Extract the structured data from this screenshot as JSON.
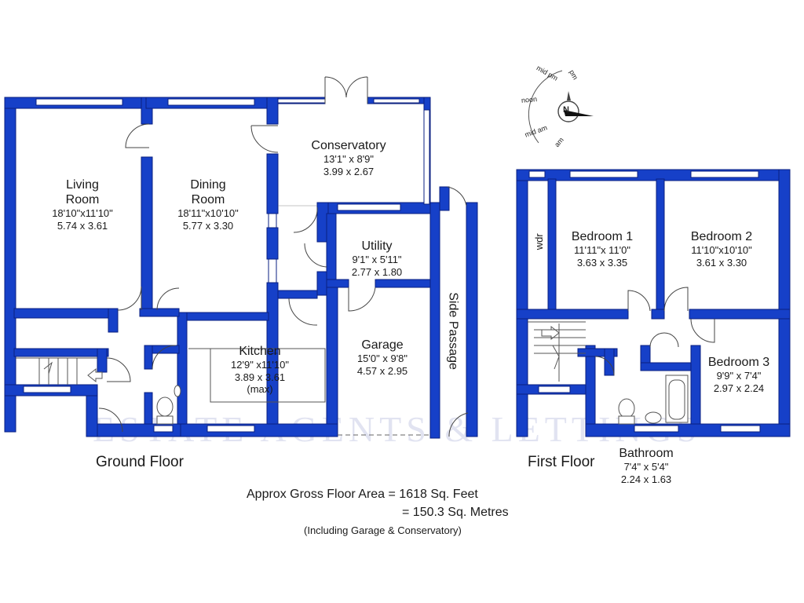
{
  "colors": {
    "wall": "#1640c8",
    "wall_outline": "#0a1f80",
    "window": "#ffffff",
    "watermark": "#c9cde6"
  },
  "watermark": {
    "text": "ESTATE AGENTS & LETTINGS"
  },
  "compass": {
    "labels": [
      "mid pm",
      "pm",
      "noon",
      "mid am",
      "am"
    ],
    "north": "N"
  },
  "ground_floor": {
    "title": "Ground Floor",
    "rooms": {
      "living": {
        "name_1": "Living",
        "name_2": "Room",
        "imperial": "18'10\"x11'10\"",
        "metric": "5.74  x  3.61"
      },
      "dining": {
        "name_1": "Dining",
        "name_2": "Room",
        "imperial": "18'11\"x10'10\"",
        "metric": "5.77  x  3.30"
      },
      "conservatory": {
        "name": "Conservatory",
        "imperial": "13'1\"  x  8'9\"",
        "metric": "3.99  x  2.67"
      },
      "utility": {
        "name": "Utility",
        "imperial": "9'1\"  x 5'11\"",
        "metric": "2.77  x  1.80"
      },
      "kitchen": {
        "name": "Kitchen",
        "imperial": "12'9\" x11'10\"",
        "metric": "3.89  x  3.61",
        "note": "(max)"
      },
      "garage": {
        "name": "Garage",
        "imperial": "15'0\"  x  9'8\"",
        "metric": "4.57  x  2.95"
      },
      "side_passage": {
        "name": "Side Passage"
      }
    }
  },
  "first_floor": {
    "title": "First Floor",
    "rooms": {
      "bedroom1": {
        "name": "Bedroom 1",
        "imperial": "11'11\"x 11'0\"",
        "metric": "3.63  x  3.35"
      },
      "bedroom2": {
        "name": "Bedroom 2",
        "imperial": "11'10\"x10'10\"",
        "metric": "3.61  x  3.30"
      },
      "bedroom3": {
        "name": "Bedroom 3",
        "imperial": "9'9\"  x  7'4\"",
        "metric": "2.97  x  2.24"
      },
      "bathroom": {
        "name": "Bathroom",
        "imperial": "7'4\"  x  5'4\"",
        "metric": "2.24  x  1.63"
      },
      "wardrobe": {
        "name": "wdr"
      }
    }
  },
  "area": {
    "line1": "Approx Gross Floor Area  =  1618  Sq. Feet",
    "line2": "=  150.3  Sq. Metres",
    "note": "(Including Garage & Conservatory)"
  }
}
